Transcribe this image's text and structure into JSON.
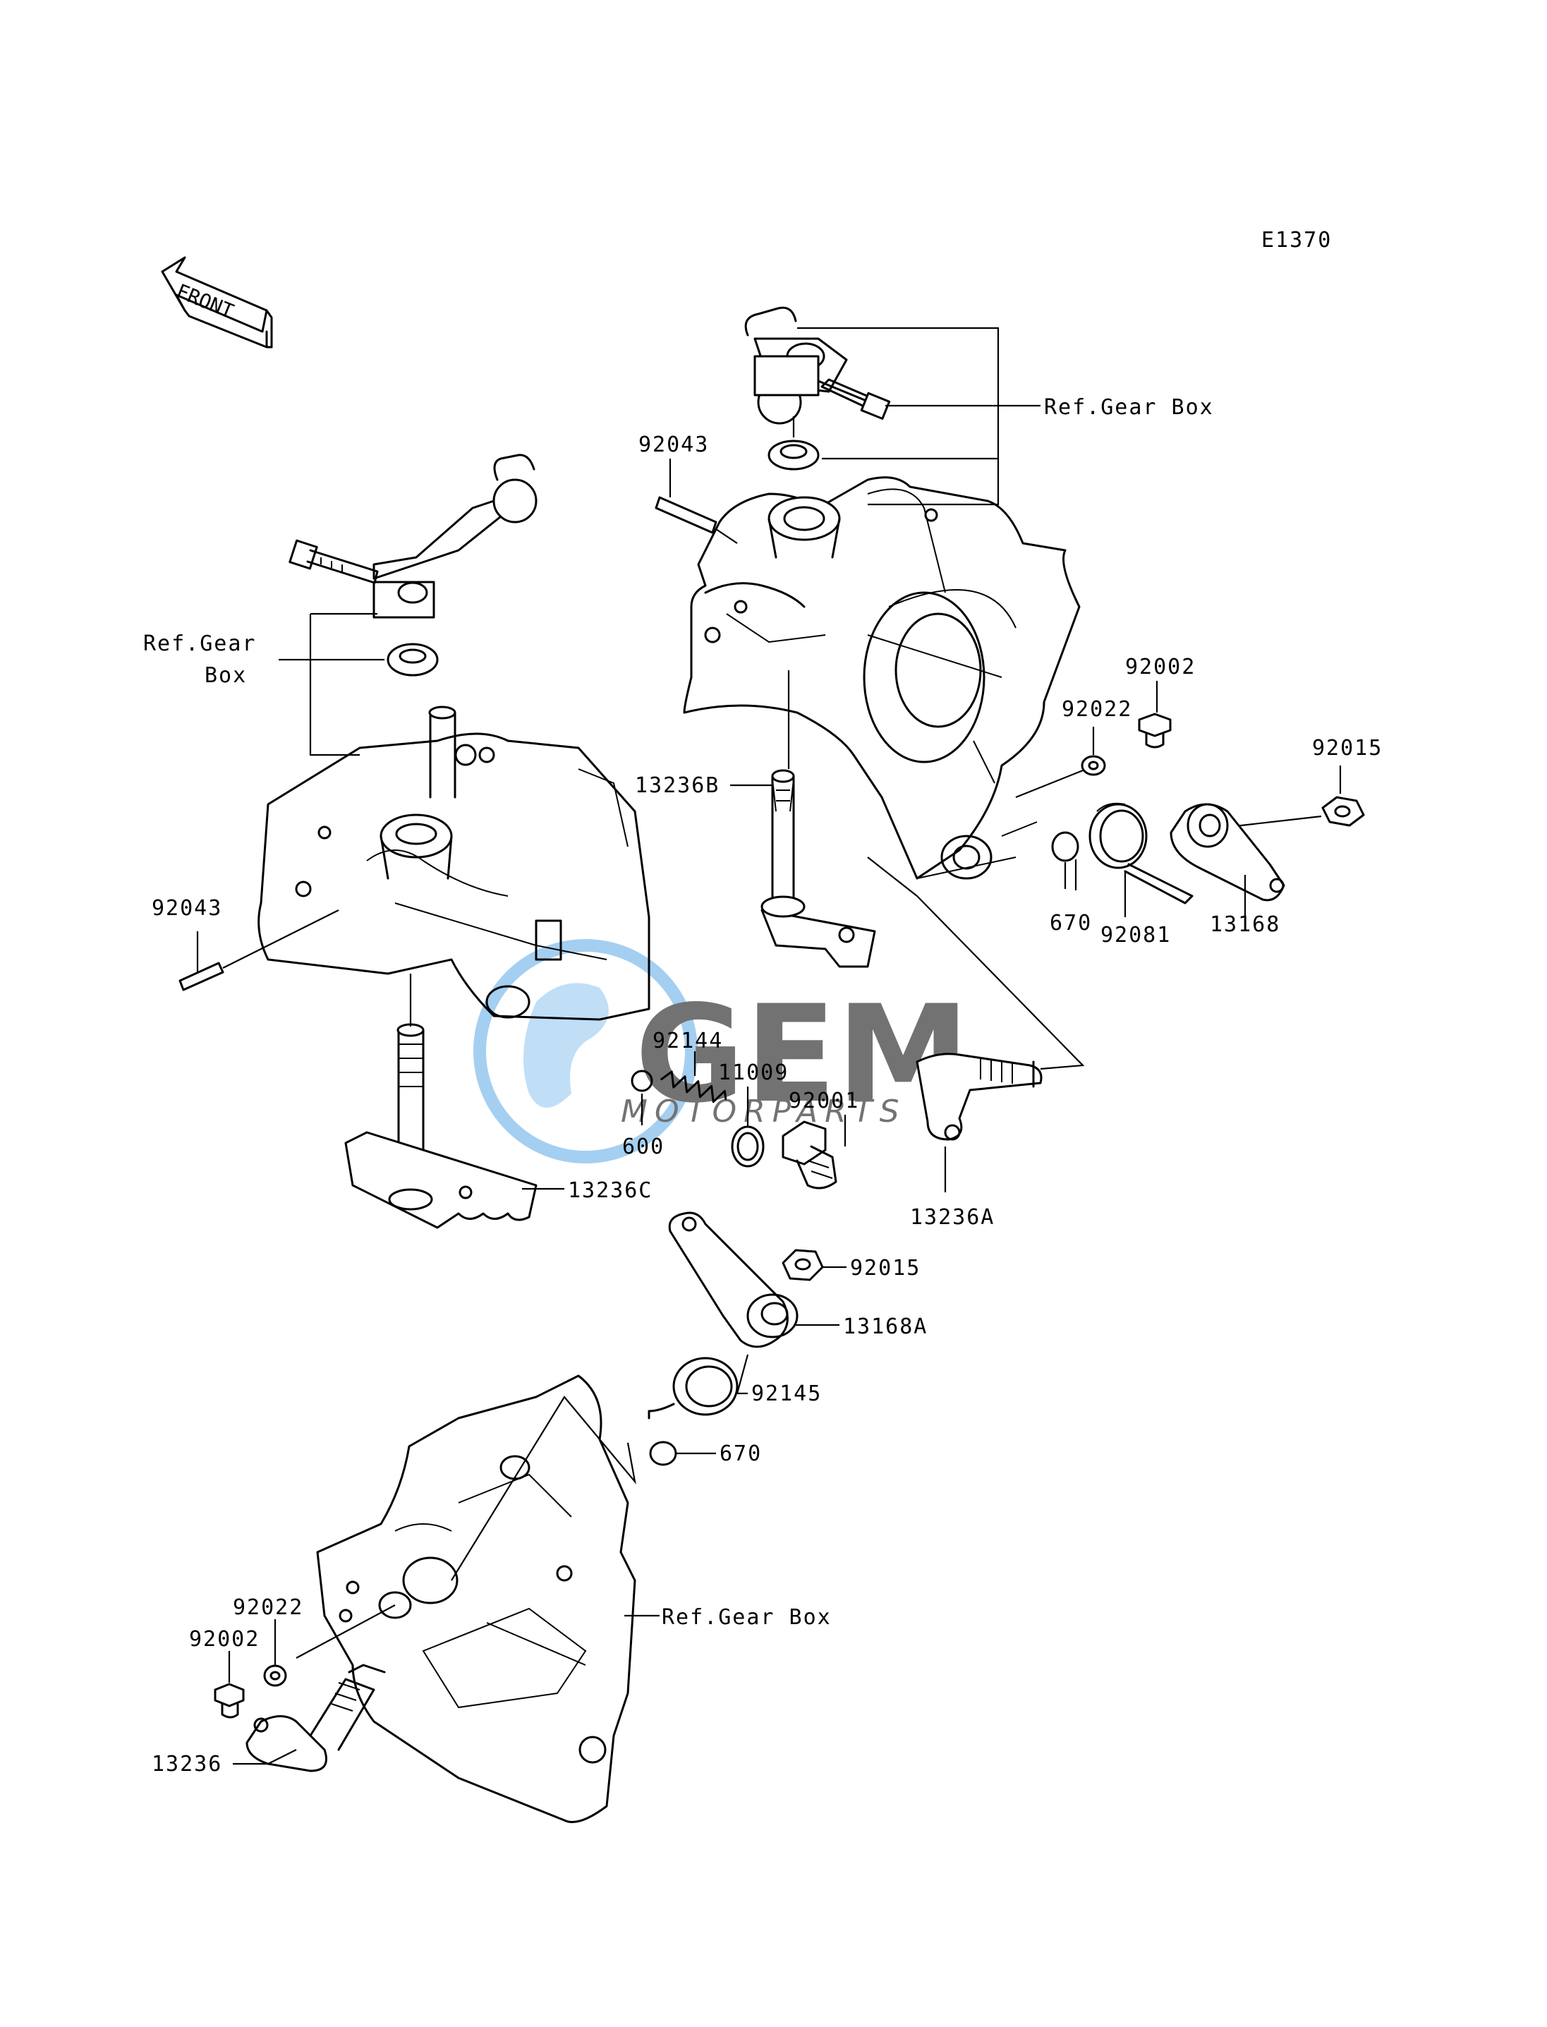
{
  "diagram_code": "E1370",
  "front_arrow": {
    "label": "FRONT",
    "icon": "front-direction-arrow-icon"
  },
  "watermark": {
    "brand": "GEM",
    "subtitle": "MOTORPARTS",
    "colors": {
      "globe": "#5aa9e6",
      "text": "#c9ccd6"
    }
  },
  "labels": {
    "ref_gear_box_top": "Ref.Gear Box",
    "ref_gear_left_line1": "Ref.Gear",
    "ref_gear_left_line2": "Box",
    "ref_gear_box_bottom": "Ref.Gear Box",
    "p92043_top": "92043",
    "p92043_left": "92043",
    "p92002_right": "92002",
    "p92022_right": "92022",
    "p92015_right": "92015",
    "p13236B": "13236B",
    "p670_right": "670",
    "p92081": "92081",
    "p13168": "13168",
    "p92144": "92144",
    "p11009": "11009",
    "p92001": "92001",
    "p600": "600",
    "p13236C": "13236C",
    "p13236A": "13236A",
    "p92015_mid": "92015",
    "p13168A": "13168A",
    "p92145": "92145",
    "p670_mid": "670",
    "p92022_bottom": "92022",
    "p92002_bottom": "92002",
    "p13236": "13236"
  }
}
